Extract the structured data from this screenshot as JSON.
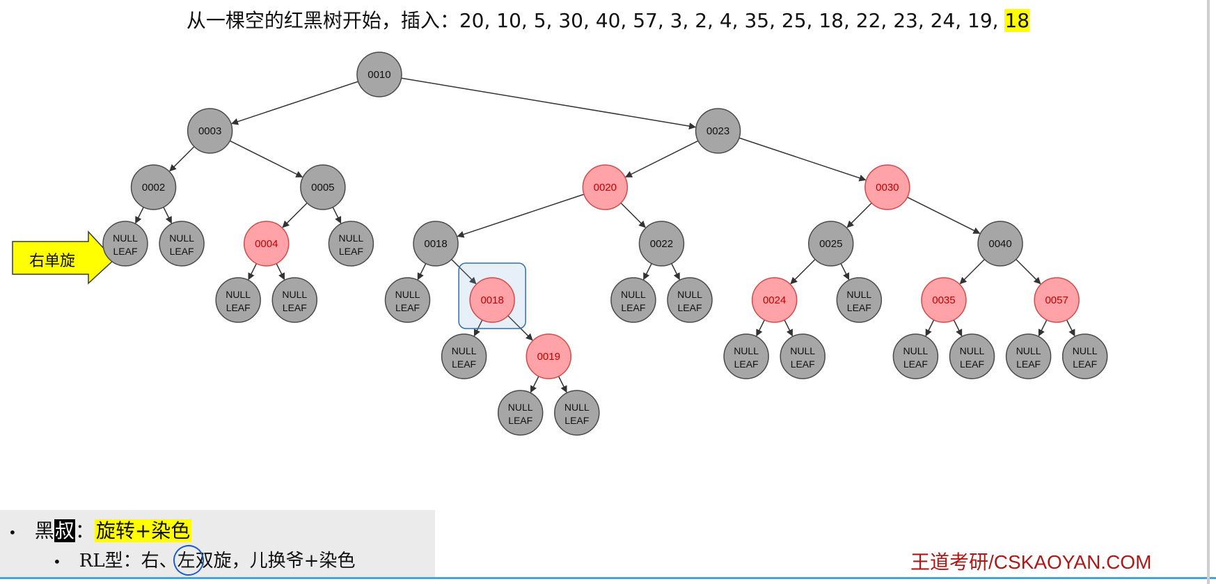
{
  "title": {
    "prefix": "从一棵空的红黑树开始，插入：20, 10, 5, 30, 40, 57, 3, 2, 4, 35, 25, 18, 22, 23, 24, 19,",
    "highlight": "18"
  },
  "arrow_label": "右单旋",
  "rules": {
    "line1_a": "黑",
    "line1_b": "叔",
    "line1_c": "：",
    "line1_d": "旋转+染色",
    "line2_a": "RL型：右、",
    "line2_b": "左",
    "line2_c": "双旋，儿换爷+染色"
  },
  "brand": "王道考研/CSKAOYAN.COM",
  "leaf_label": [
    "NULL",
    "LEAF"
  ],
  "colors": {
    "black_node": "#a6a6a6",
    "red_node": "#ffa3a8",
    "red_stroke": "#d24a4a",
    "red_text": "#c00000",
    "edge": "#333333",
    "highlight_box": "#2f6fae"
  },
  "tree": {
    "id": "0010",
    "color": "black",
    "left": {
      "id": "0003",
      "color": "black",
      "left": {
        "id": "0002",
        "color": "black",
        "left": null,
        "right": null
      },
      "right": {
        "id": "0005",
        "color": "black",
        "left": {
          "id": "0004",
          "color": "red",
          "left": null,
          "right": null
        },
        "right": null
      }
    },
    "right": {
      "id": "0023",
      "color": "black",
      "left": {
        "id": "0020",
        "color": "red",
        "left": {
          "id": "0018",
          "color": "black",
          "left": null,
          "right": {
            "id": "0018",
            "color": "red",
            "highlighted": true,
            "left": null,
            "right": {
              "id": "0019",
              "color": "red",
              "left": null,
              "right": null
            }
          }
        },
        "right": {
          "id": "0022",
          "color": "black",
          "left": null,
          "right": null
        }
      },
      "right": {
        "id": "0030",
        "color": "red",
        "left": {
          "id": "0025",
          "color": "black",
          "left": {
            "id": "0024",
            "color": "red",
            "left": null,
            "right": null
          },
          "right": null
        },
        "right": {
          "id": "0040",
          "color": "black",
          "left": {
            "id": "0035",
            "color": "red",
            "left": null,
            "right": null
          },
          "right": {
            "id": "0057",
            "color": "red",
            "left": null,
            "right": null
          }
        }
      }
    }
  }
}
